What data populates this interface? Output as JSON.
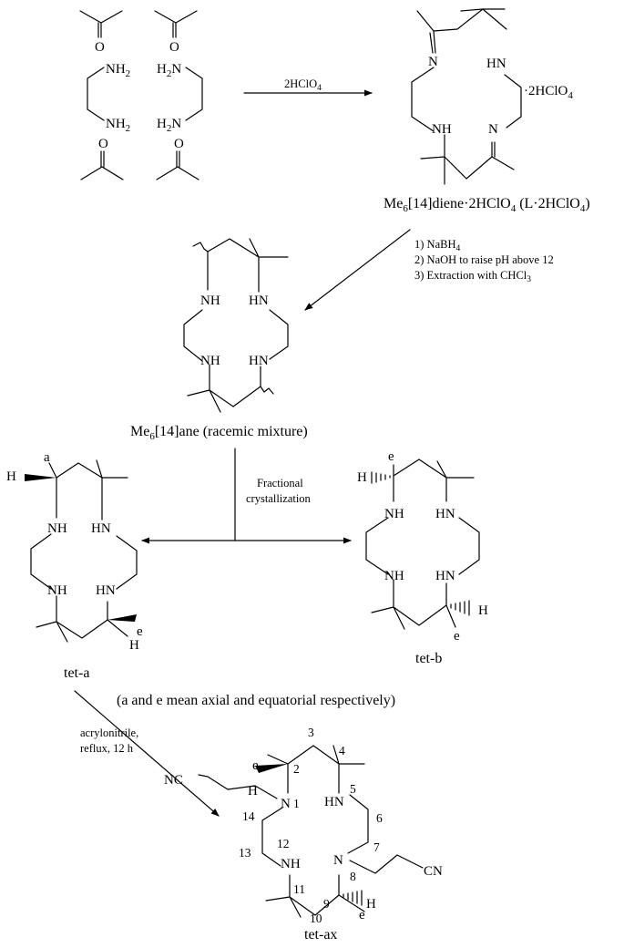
{
  "reactants": {
    "nh2": "NH",
    "sub2": "2",
    "h2n_h": "H",
    "h2n_n": "N",
    "oxygen": "O"
  },
  "step1": {
    "reagent_main": "2HClO",
    "reagent_sub": "4"
  },
  "diene": {
    "n": "N",
    "hn": "HN",
    "nh": "NH",
    "salt_main": "·2HClO",
    "salt_sub": "4",
    "caption_me": "Me",
    "caption_6": "6",
    "caption_rest": "[14]diene·2HClO",
    "caption_4a": "4",
    "caption_tail": " (L·2HClO",
    "caption_4b": "4",
    "caption_end": ")"
  },
  "step2": {
    "line1_main": "1) NaBH",
    "line1_sub": "4",
    "line2": "2) NaOH to raise pH above 12",
    "line3_main": "3) Extraction with CHCl",
    "line3_sub": "3"
  },
  "ane": {
    "nh": "NH",
    "hn": "HN",
    "caption_me": "Me",
    "caption_6": "6",
    "caption_rest": "[14]ane (racemic mixture)"
  },
  "step3": {
    "line1": "Fractional",
    "line2": "crystallization"
  },
  "teta": {
    "nh": "NH",
    "hn": "HN",
    "h": "H",
    "axial": "a",
    "equatorial": "e",
    "caption": "tet-a"
  },
  "tetb": {
    "nh": "NH",
    "hn": "HN",
    "h": "H",
    "equatorial": "e",
    "caption": "tet-b"
  },
  "footnote": "(a and e mean axial and equatorial respectively)",
  "step4": {
    "line1": "acrylonitrile,",
    "line2": "reflux, 12 h"
  },
  "tetax": {
    "nc": "NC",
    "cn": "CN",
    "n": "N",
    "hn": "HN",
    "nh": "NH",
    "h": "H",
    "equatorial": "e",
    "caption": "tet-ax",
    "locants": [
      "1",
      "2",
      "3",
      "4",
      "5",
      "6",
      "7",
      "8",
      "9",
      "10",
      "11",
      "12",
      "13",
      "14"
    ]
  }
}
